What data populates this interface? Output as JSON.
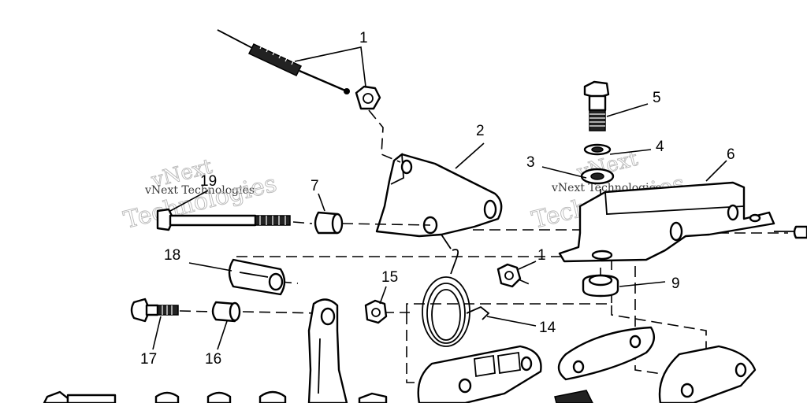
{
  "callouts": {
    "c1a": "1",
    "c1b": "1",
    "c2": "2",
    "c3": "3",
    "c4": "4",
    "c5": "5",
    "c6": "6",
    "c7": "7",
    "c9": "9",
    "c14": "14",
    "c15": "15",
    "c16": "16",
    "c17": "17",
    "c18": "18",
    "c19": "19"
  },
  "watermarks": {
    "left_top": "vNext",
    "left_small": "vNext Technologies",
    "left_big": "Technologies",
    "right_top": "vNext",
    "right_small": "vNext Technologies",
    "right_big": "Technologies"
  }
}
